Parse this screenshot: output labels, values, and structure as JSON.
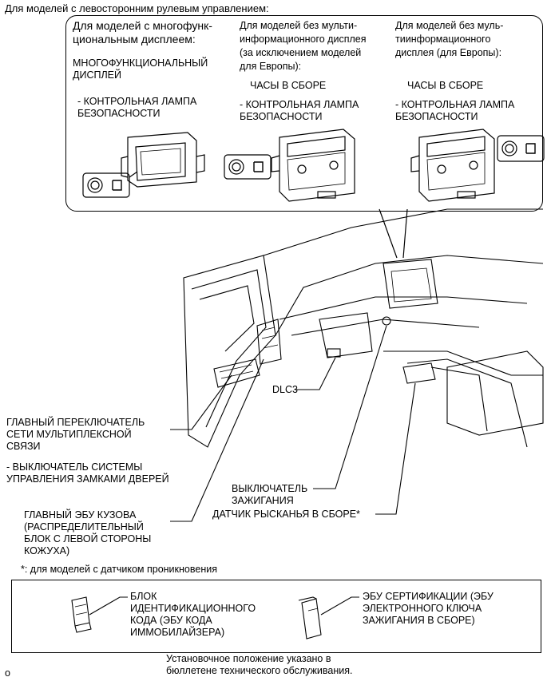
{
  "header": "Для моделей с левосторонним рулевым управлением:",
  "callout": {
    "col1": {
      "title": "Для моделей с многофунк-\nциональным дисплеем:",
      "item1": "МНОГОФУНКЦИОНАЛЬНЫЙ\nДИСПЛЕЙ",
      "item2": "- КОНТРОЛЬНАЯ ЛАМПА\nБЕЗОПАСНОСТИ"
    },
    "col2": {
      "title": "Для моделей без мульти-\nинформационного дисплея\n(за исключением моделей\nдля Европы):",
      "item1": "ЧАСЫ В СБОРЕ",
      "item2": "- КОНТРОЛЬНАЯ ЛАМПА\nБЕЗОПАСНОСТИ"
    },
    "col3": {
      "title": "Для моделей без муль-\nтиинформационного\nдисплея (для Европы):",
      "item1": "ЧАСЫ В СБОРЕ",
      "item2": "- КОНТРОЛЬНАЯ ЛАМПА\nБЕЗОПАСНОСТИ"
    }
  },
  "labels": {
    "dlc3": "DLC3",
    "main_switch": "ГЛАВНЫЙ ПЕРЕКЛЮЧАТЕЛЬ\nСЕТИ МУЛЬТИПЛЕКСНОЙ\nСВЯЗИ",
    "door_lock_switch": "- ВЫКЛЮЧАТЕЛЬ СИСТЕМЫ\nУПРАВЛЕНИЯ ЗАМКАМИ ДВЕРЕЙ",
    "body_ecu": "ГЛАВНЫЙ ЭБУ КУЗОВА\n(РАСПРЕДЕЛИТЕЛЬНЫЙ\nБЛОК С ЛЕВОЙ СТОРОНЫ\nКОЖУХА)",
    "ignition_switch": "ВЫКЛЮЧАТЕЛЬ\nЗАЖИГАНИЯ",
    "yaw_sensor": "ДАТЧИК РЫСКАНЬЯ В СБОРЕ*",
    "footnote": "*: для моделей с датчиком проникновения"
  },
  "bottom_box": {
    "left_label": "БЛОК\nИДЕНТИФИКАЦИОННОГО\nКОДА (ЭБУ КОДА\nИММОБИЛАЙЗЕРА)",
    "right_label": "ЭБУ СЕРТИФИКАЦИИ (ЭБУ\nЭЛЕКТРОННОГО КЛЮЧА\nЗАЖИГАНИЯ В СБОРЕ)"
  },
  "bottom_note": "Установочное положение указано в\nбюллетене технического обслуживания.",
  "corner_mark": "o"
}
